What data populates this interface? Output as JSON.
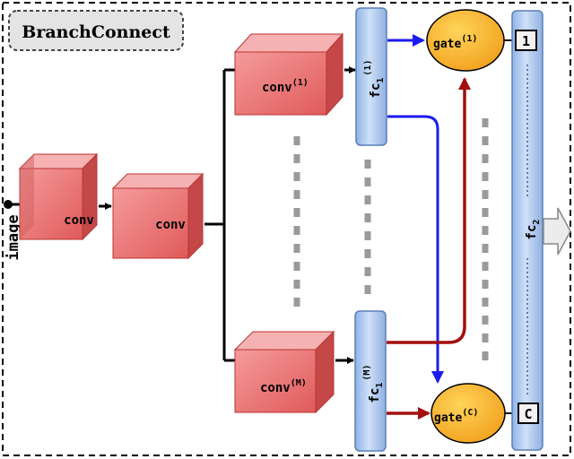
{
  "title": "BranchConnect",
  "input_label": "image",
  "conv_labels": [
    "conv",
    "conv"
  ],
  "branch_top": {
    "conv": "conv",
    "conv_sup": "(1)",
    "fc": "fc",
    "fc_sub": "1",
    "fc_sup": "(1)"
  },
  "branch_bottom": {
    "conv": "conv",
    "conv_sup": "(M)",
    "fc": "fc",
    "fc_sub": "1",
    "fc_sup": "(M)"
  },
  "gate_top": {
    "label": "gate",
    "sup": "(1)"
  },
  "gate_bottom": {
    "label": "gate",
    "sup": "(C)"
  },
  "fc2": {
    "label": "fc",
    "sub": "2"
  },
  "output_top": "1",
  "output_bottom": "C",
  "colors": {
    "conv": "#e86b6b",
    "fc": "#a9c8ee",
    "gate": "#f7b82f",
    "blue_arrow": "#1b1bf0",
    "red_arrow": "#a40e0e",
    "dots": "#9a9a9a"
  }
}
